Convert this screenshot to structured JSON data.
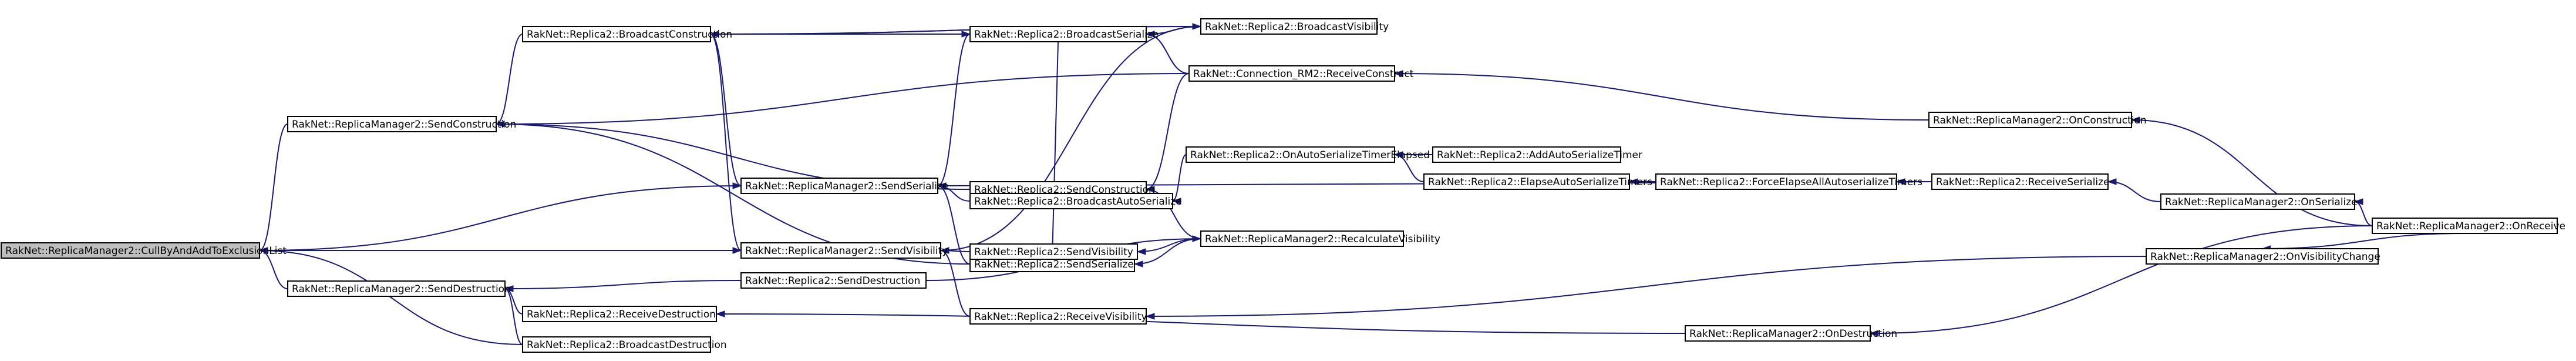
{
  "diagram": {
    "type": "call-graph",
    "edge_color": "#191970",
    "root_fill": "#bfbfbf",
    "nodes": [
      {
        "id": "n0",
        "label": "RakNet::ReplicaManager2::CullByAndAddToExclusionList"
      },
      {
        "id": "n1",
        "label": "RakNet::ReplicaManager2::SendConstruction"
      },
      {
        "id": "n2",
        "label": "RakNet::ReplicaManager2::SendVisibility"
      },
      {
        "id": "n3",
        "label": "RakNet::ReplicaManager2::SendDestruction"
      },
      {
        "id": "n4",
        "label": "RakNet::Replica2::BroadcastDestruction"
      },
      {
        "id": "n5",
        "label": "RakNet::Replica2::BroadcastConstruction"
      },
      {
        "id": "n6",
        "label": "RakNet::ReplicaManager2::SendSerialize"
      },
      {
        "id": "n7",
        "label": "RakNet::Replica2::SendSerialize"
      },
      {
        "id": "n8",
        "label": "RakNet::Replica2::SendConstruction"
      },
      {
        "id": "n9",
        "label": "RakNet::Replica2::BroadcastSerialize"
      },
      {
        "id": "n10",
        "label": "RakNet::Replica2::BroadcastVisibility"
      },
      {
        "id": "n11",
        "label": "RakNet::Connection_RM2::ReceiveConstruct"
      },
      {
        "id": "n12",
        "label": "RakNet::Replica2::BroadcastAutoSerialize"
      },
      {
        "id": "n13",
        "label": "RakNet::Replica2::OnAutoSerializeTimerElapsed"
      },
      {
        "id": "n14",
        "label": "RakNet::Replica2::AddAutoSerializeTimer"
      },
      {
        "id": "n15",
        "label": "RakNet::Replica2::ElapseAutoSerializeTimers"
      },
      {
        "id": "n16",
        "label": "RakNet::Replica2::ForceElapseAllAutoserializeTimers"
      },
      {
        "id": "n17",
        "label": "RakNet::Replica2::ReceiveSerialize"
      },
      {
        "id": "n18",
        "label": "RakNet::ReplicaManager2::OnSerialize"
      },
      {
        "id": "n19",
        "label": "RakNet::ReplicaManager2::OnReceive"
      },
      {
        "id": "n20",
        "label": "RakNet::ReplicaManager2::OnConstruction"
      },
      {
        "id": "n21",
        "label": "RakNet::Replica2::SendVisibility"
      },
      {
        "id": "n22",
        "label": "RakNet::ReplicaManager2::RecalculateVisibility"
      },
      {
        "id": "n23",
        "label": "RakNet::Replica2::SendDestruction"
      },
      {
        "id": "n24",
        "label": "RakNet::Replica2::ReceiveVisibility"
      },
      {
        "id": "n25",
        "label": "RakNet::ReplicaManager2::OnVisibilityChange"
      },
      {
        "id": "n26",
        "label": "RakNet::Replica2::ReceiveDestruction"
      },
      {
        "id": "n27",
        "label": "RakNet::ReplicaManager2::OnDestruction"
      }
    ],
    "edges": [
      {
        "from": "n0",
        "to": "n1"
      },
      {
        "from": "n0",
        "to": "n2"
      },
      {
        "from": "n0",
        "to": "n3"
      },
      {
        "from": "n0",
        "to": "n4"
      },
      {
        "from": "n0",
        "to": "n6"
      },
      {
        "from": "n1",
        "to": "n5"
      },
      {
        "from": "n1",
        "to": "n11"
      },
      {
        "from": "n1",
        "to": "n7"
      },
      {
        "from": "n1",
        "to": "n8"
      },
      {
        "from": "n2",
        "to": "n5"
      },
      {
        "from": "n2",
        "to": "n10"
      },
      {
        "from": "n2",
        "to": "n21"
      },
      {
        "from": "n2",
        "to": "n24"
      },
      {
        "from": "n3",
        "to": "n4"
      },
      {
        "from": "n3",
        "to": "n23"
      },
      {
        "from": "n3",
        "to": "n26"
      },
      {
        "from": "n5",
        "to": "n9"
      },
      {
        "from": "n5",
        "to": "n10"
      },
      {
        "from": "n6",
        "to": "n5"
      },
      {
        "from": "n6",
        "to": "n9"
      },
      {
        "from": "n6",
        "to": "n7"
      },
      {
        "from": "n6",
        "to": "n12"
      },
      {
        "from": "n6",
        "to": "n17"
      },
      {
        "from": "n9",
        "to": "n5"
      },
      {
        "from": "n9",
        "to": "n10"
      },
      {
        "from": "n9",
        "to": "n11"
      },
      {
        "from": "n10",
        "to": "n5"
      },
      {
        "from": "n7",
        "to": "n9"
      },
      {
        "from": "n7",
        "to": "n22"
      },
      {
        "from": "n8",
        "to": "n11"
      },
      {
        "from": "n8",
        "to": "n22"
      },
      {
        "from": "n12",
        "to": "n13"
      },
      {
        "from": "n13",
        "to": "n14"
      },
      {
        "from": "n13",
        "to": "n15"
      },
      {
        "from": "n15",
        "to": "n16"
      },
      {
        "from": "n16",
        "to": "n17"
      },
      {
        "from": "n17",
        "to": "n18"
      },
      {
        "from": "n18",
        "to": "n19"
      },
      {
        "from": "n11",
        "to": "n20"
      },
      {
        "from": "n20",
        "to": "n19"
      },
      {
        "from": "n21",
        "to": "n22"
      },
      {
        "from": "n22",
        "to": "n23"
      },
      {
        "from": "n24",
        "to": "n25"
      },
      {
        "from": "n25",
        "to": "n19"
      },
      {
        "from": "n26",
        "to": "n27"
      },
      {
        "from": "n27",
        "to": "n19"
      }
    ]
  }
}
